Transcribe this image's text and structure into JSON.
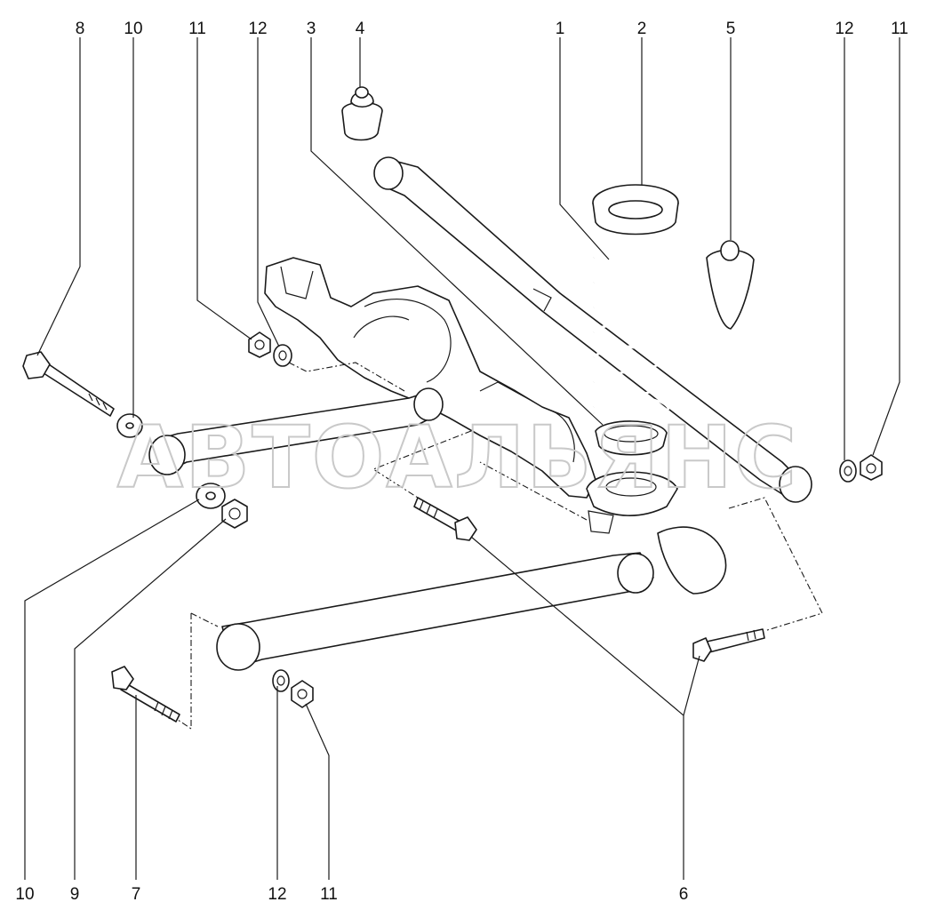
{
  "watermark": "АВТОАЛЬЯНС",
  "callouts": {
    "top": [
      "8",
      "10",
      "11",
      "12",
      "3",
      "4",
      "1",
      "2",
      "5",
      "12",
      "11"
    ],
    "bottom": [
      "10",
      "9",
      "7",
      "12",
      "11",
      "6"
    ]
  }
}
